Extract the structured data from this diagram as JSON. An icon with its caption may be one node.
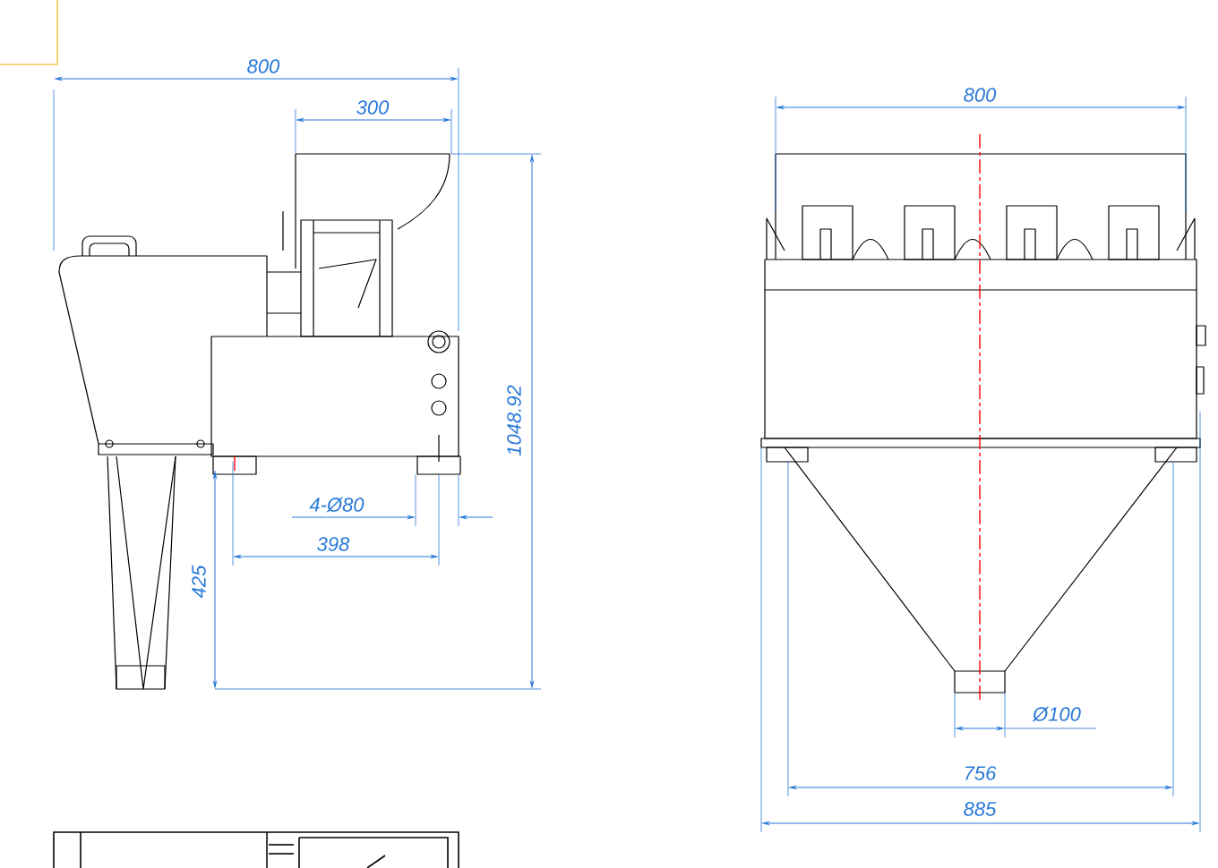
{
  "diagram": {
    "labels": [
      "800",
      "300",
      "800",
      "1048.92",
      "4-Ø80",
      "398",
      "425",
      "Ø100",
      "756",
      "885"
    ]
  }
}
